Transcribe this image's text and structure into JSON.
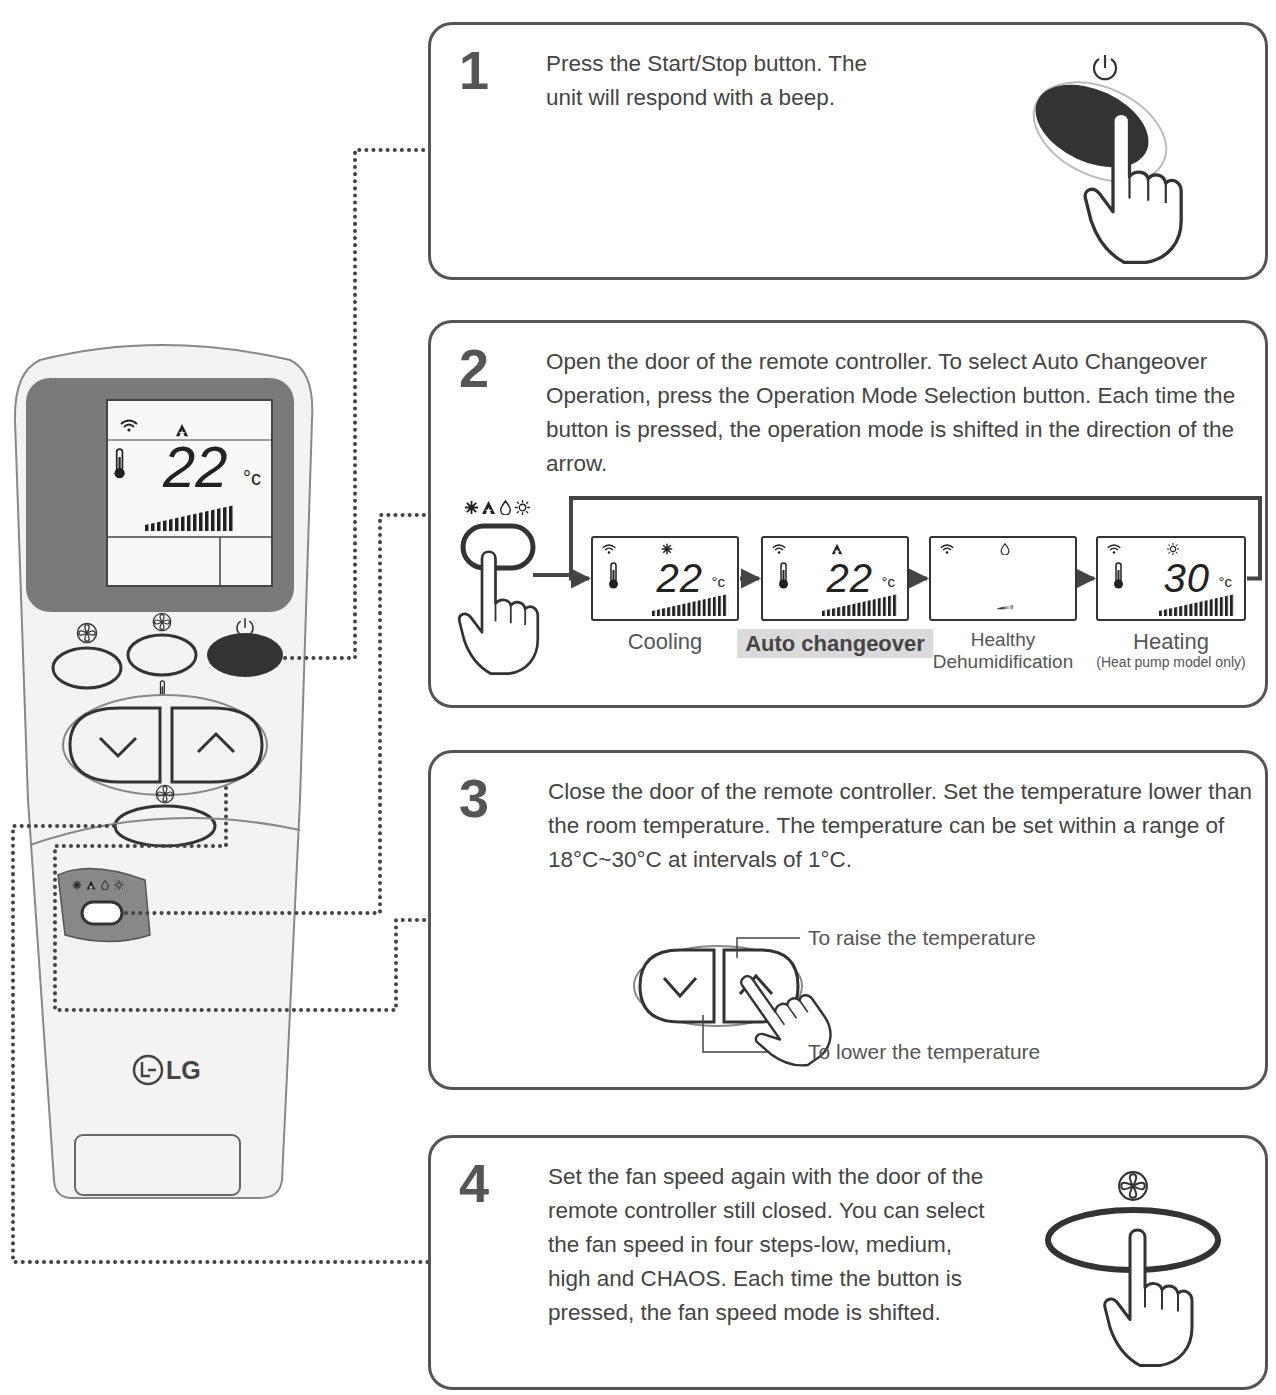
{
  "diagram": {
    "nodes": [
      {
        "text": [
          "1",
          "Press the Start/Stop button. The unit will respond with a beep."
        ]
      },
      {
        "text": [
          "2",
          "Open the door of the remote controller. To select Auto Changeover Operation, press the Operation Mode Selection button. Each time the button is pressed, the operation mode is shifted in the direction of the arrow."
        ]
      },
      {
        "text": [
          "22",
          "°c",
          "Cooling"
        ],
        "in": 1
      },
      {
        "text": [
          "22",
          "°c",
          "Auto changeover"
        ],
        "in": 1
      },
      {
        "text": [
          "Healthy Dehumidification"
        ],
        "in": 1
      },
      {
        "text": [
          "30",
          "°c",
          "Heating",
          "(Heat pump model only)"
        ],
        "in": 1
      },
      {
        "text": [
          "3",
          "Close the door of the remote controller. Set the temperature lower than the room temperature. The temperature can be set within a range of 18°C~30°C at intervals of 1°C."
        ]
      },
      {
        "text": [
          "4",
          "Set the fan speed again with the door of the remote controller still closed. You can select the fan speed in four steps-low, medium, high and CHAOS. Each time the button is pressed, the fan speed mode is shifted."
        ]
      }
    ],
    "edges": [
      {
        "from": 2,
        "to": 3,
        "arrow": "to"
      },
      {
        "from": 3,
        "to": 4,
        "arrow": "to"
      },
      {
        "from": 4,
        "to": 5,
        "arrow": "to"
      },
      {
        "from": 5,
        "to": 2,
        "arrow": "to"
      }
    ],
    "labels": [
      "22",
      "°c",
      "LG",
      "To raise the temperature",
      "To lower the temperature"
    ]
  }
}
